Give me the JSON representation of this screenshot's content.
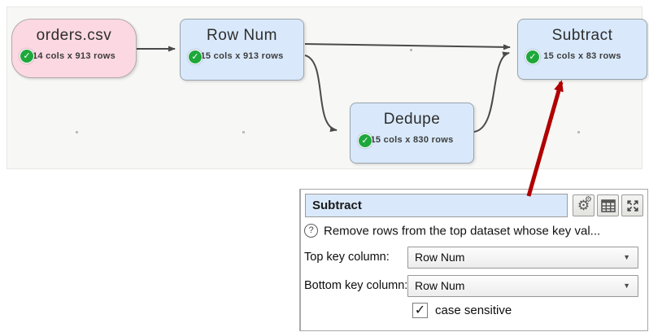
{
  "colors": {
    "node_source_bg": "#fbd8e2",
    "node_transform_bg": "#d9e9fb",
    "node_border": "#9aa4ae",
    "status_green": "#1ea83c",
    "connector_gray": "#4a4a4a",
    "annotation_red": "#b00000",
    "panel_title_bg": "#d9e9fb",
    "canvas_bg": "#f7f7f5"
  },
  "icons": {
    "check": "✓",
    "question": "?",
    "dropdown_arrow": "▼",
    "gear": "⚙"
  },
  "canvas": {
    "nodes": [
      {
        "title": "orders.csv",
        "subtitle": "14 cols x 913 rows"
      },
      {
        "title": "Row Num",
        "subtitle": "15 cols x 913 rows"
      },
      {
        "title": "Dedupe",
        "subtitle": "15 cols x 830 rows"
      },
      {
        "title": "Subtract",
        "subtitle": "15 cols x 83 rows"
      }
    ]
  },
  "panel": {
    "title_value": "Subtract",
    "help_text": "Remove rows from the top dataset whose key val...",
    "fields": [
      {
        "label": "Top key column:",
        "value": "Row Num"
      },
      {
        "label": "Bottom key column:",
        "value": "Row Num"
      }
    ],
    "checkbox_label": "case sensitive"
  }
}
